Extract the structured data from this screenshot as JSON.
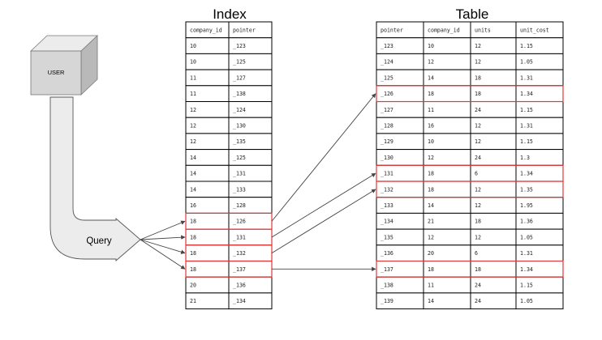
{
  "titles": {
    "index": "Index",
    "table": "Table"
  },
  "user_label": "USER",
  "query_label": "Query",
  "index": {
    "columns": [
      "company_id",
      "pointer"
    ],
    "rows": [
      [
        "10",
        "_123"
      ],
      [
        "10",
        "_125"
      ],
      [
        "11",
        "_127"
      ],
      [
        "11",
        "_138"
      ],
      [
        "12",
        "_124"
      ],
      [
        "12",
        "_130"
      ],
      [
        "12",
        "_135"
      ],
      [
        "14",
        "_125"
      ],
      [
        "14",
        "_131"
      ],
      [
        "14",
        "_133"
      ],
      [
        "16",
        "_128"
      ],
      [
        "18",
        "_126"
      ],
      [
        "18",
        "_131"
      ],
      [
        "18",
        "_132"
      ],
      [
        "18",
        "_137"
      ],
      [
        "20",
        "_136"
      ],
      [
        "21",
        "_134"
      ]
    ],
    "highlighted_rows": [
      11,
      12,
      13,
      14
    ]
  },
  "table": {
    "columns": [
      "pointer",
      "company_id",
      "units",
      "unit_cost"
    ],
    "rows": [
      [
        "_123",
        "10",
        "12",
        "1.15"
      ],
      [
        "_124",
        "12",
        "12",
        "1.05"
      ],
      [
        "_125",
        "14",
        "18",
        "1.31"
      ],
      [
        "_126",
        "18",
        "18",
        "1.34"
      ],
      [
        "_127",
        "11",
        "24",
        "1.15"
      ],
      [
        "_128",
        "16",
        "12",
        "1.31"
      ],
      [
        "_129",
        "10",
        "12",
        "1.15"
      ],
      [
        "_130",
        "12",
        "24",
        "1.3"
      ],
      [
        "_131",
        "18",
        "6",
        "1.34"
      ],
      [
        "_132",
        "18",
        "12",
        "1.35"
      ],
      [
        "_133",
        "14",
        "12",
        "1.95"
      ],
      [
        "_134",
        "21",
        "18",
        "1.36"
      ],
      [
        "_135",
        "12",
        "12",
        "1.05"
      ],
      [
        "_136",
        "20",
        "6",
        "1.31"
      ],
      [
        "_137",
        "18",
        "18",
        "1.34"
      ],
      [
        "_138",
        "11",
        "24",
        "1.15"
      ],
      [
        "_139",
        "14",
        "24",
        "1.05"
      ]
    ],
    "highlighted_rows": [
      3,
      8,
      9,
      14
    ]
  },
  "links": [
    {
      "index_row": 11,
      "table_row": 3
    },
    {
      "index_row": 12,
      "table_row": 8
    },
    {
      "index_row": 13,
      "table_row": 9
    },
    {
      "index_row": 14,
      "table_row": 14
    }
  ],
  "colors": {
    "highlight": "#e23a3a",
    "arrow": "#444444",
    "cube": "#d6d6d6"
  }
}
